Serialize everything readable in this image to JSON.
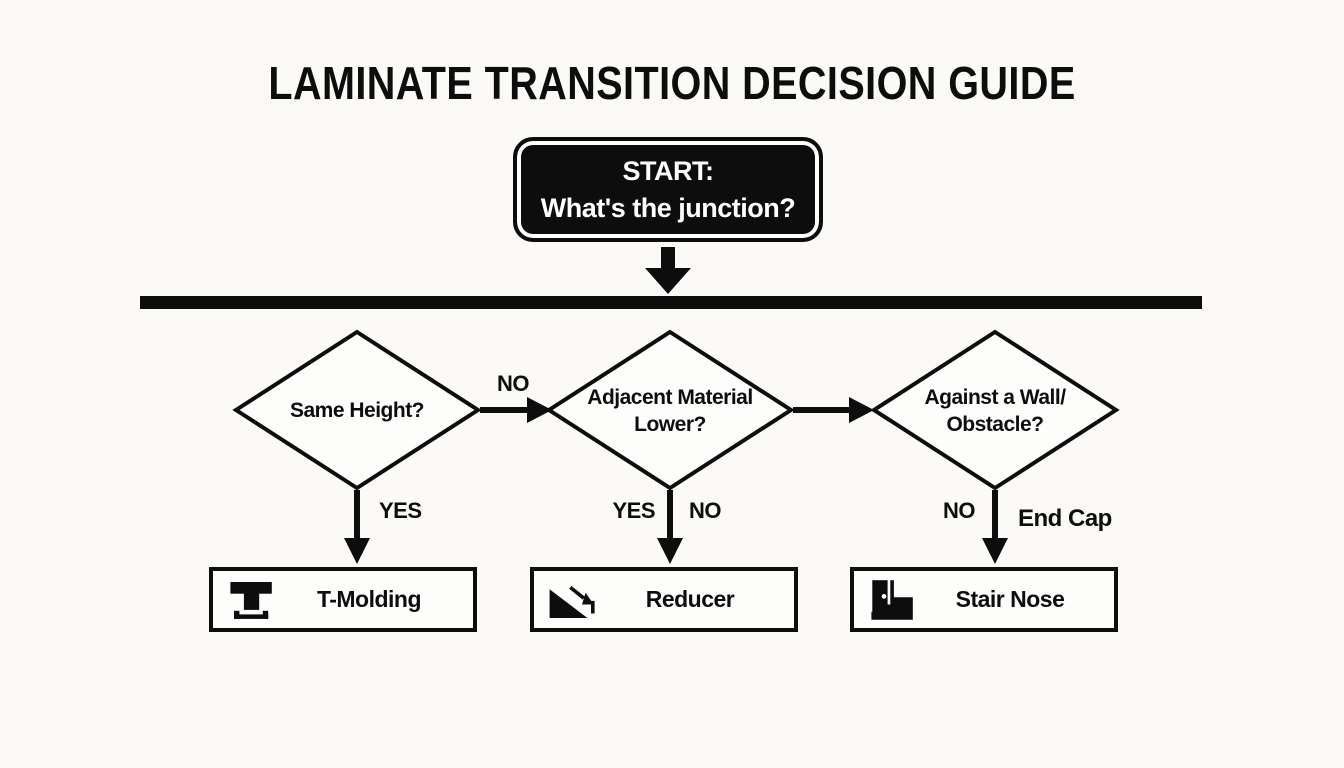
{
  "colors": {
    "ink": "#0d0d0d",
    "paper": "#fbfaf7",
    "node_fill": "#ffffff",
    "start_text": "#ffffff"
  },
  "title": "LAMINATE TRANSITION DECISION GUIDE",
  "start": {
    "line1": "START:",
    "line2": "What's the junction?"
  },
  "decisions": [
    {
      "lines": [
        "Same Height?"
      ]
    },
    {
      "lines": [
        "Adjacent Material",
        "Lower?"
      ]
    },
    {
      "lines": [
        "Against a Wall/",
        "Obstacle?"
      ]
    }
  ],
  "edge_labels": {
    "d1_no_right": "NO",
    "d1_yes_down": "YES",
    "d2_yes_down": "YES",
    "d2_no_down": "NO",
    "d3_no_down": "NO",
    "d3_end_cap_down": "End Cap"
  },
  "results": [
    {
      "label": "T-Molding",
      "icon": "t-molding-profile-icon"
    },
    {
      "label": "Reducer",
      "icon": "reducer-ramp-icon"
    },
    {
      "label": "Stair Nose",
      "icon": "stair-nose-icon"
    }
  ]
}
